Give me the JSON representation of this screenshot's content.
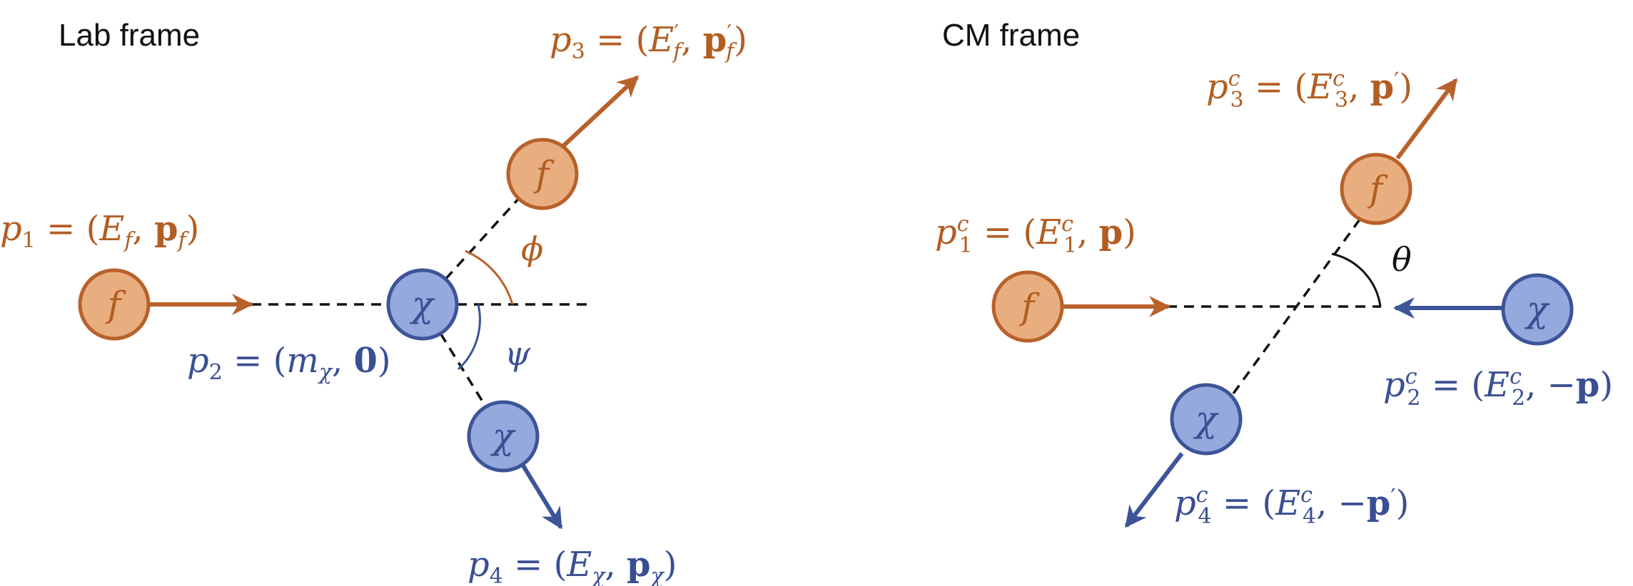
{
  "lab_frame": {
    "title": "Lab frame",
    "particles": {
      "incoming_f": "f",
      "target_chi": "χ",
      "outgoing_f": "f",
      "outgoing_chi": "χ"
    },
    "labels": {
      "p1": {
        "lhs": "p",
        "sub": "1",
        "eq": " = (",
        "E": "E",
        "Esub": "f",
        "comma": ", ",
        "P": "p",
        "Psub": "f",
        "close": ")"
      },
      "p2": {
        "lhs": "p",
        "sub": "2",
        "eq": " = (",
        "m": "m",
        "msub": "χ",
        "comma": ", ",
        "zero": "0",
        "close": ")"
      },
      "p3": {
        "lhs": "p",
        "sub": "3",
        "eq": " = (",
        "E": "E",
        "Eprime": "′",
        "Esub": "f",
        "comma": ", ",
        "P": "p",
        "Pprime": "′",
        "Psub": "f",
        "close": ")"
      },
      "p4": {
        "lhs": "p",
        "sub": "4",
        "eq": " = (",
        "E": "E",
        "Esub": "χ",
        "comma": ", ",
        "P": "p",
        "Psub": "χ",
        "close": ")"
      }
    },
    "angles": {
      "phi": "ϕ",
      "psi": "ψ"
    }
  },
  "cm_frame": {
    "title": "CM frame",
    "particles": {
      "incoming_f": "f",
      "incoming_chi": "χ",
      "outgoing_f": "f",
      "outgoing_chi": "χ"
    },
    "labels": {
      "p1c": {
        "lhs": "p",
        "sup": "c",
        "sub": "1",
        "eq": " = (",
        "E": "E",
        "Esup": "c",
        "Esub": "1",
        "comma": ", ",
        "P": "p",
        "close": ")"
      },
      "p2c": {
        "lhs": "p",
        "sup": "c",
        "sub": "2",
        "eq": " = (",
        "E": "E",
        "Esup": "c",
        "Esub": "2",
        "comma": ", −",
        "P": "p",
        "close": ")"
      },
      "p3c": {
        "lhs": "p",
        "sup": "c",
        "sub": "3",
        "eq": " = (",
        "E": "E",
        "Esup": "c",
        "Esub": "3",
        "comma": ", ",
        "P": "p",
        "Pprime": "′",
        "close": ")"
      },
      "p4c": {
        "lhs": "p",
        "sup": "c",
        "sub": "4",
        "eq": " = (",
        "E": "E",
        "Esup": "c",
        "Esub": "4",
        "comma": ", −",
        "P": "p",
        "Pprime": "′",
        "close": ")"
      }
    },
    "angles": {
      "theta": "θ"
    }
  },
  "colors": {
    "fermion_fill": "#E8AE80",
    "fermion_stroke": "#B8612A",
    "chi_fill": "#95A9DF",
    "chi_stroke": "#3D5498",
    "fermion_text": "#B35D22",
    "chi_text": "#3A4F93",
    "dashed_line": "#111111"
  }
}
